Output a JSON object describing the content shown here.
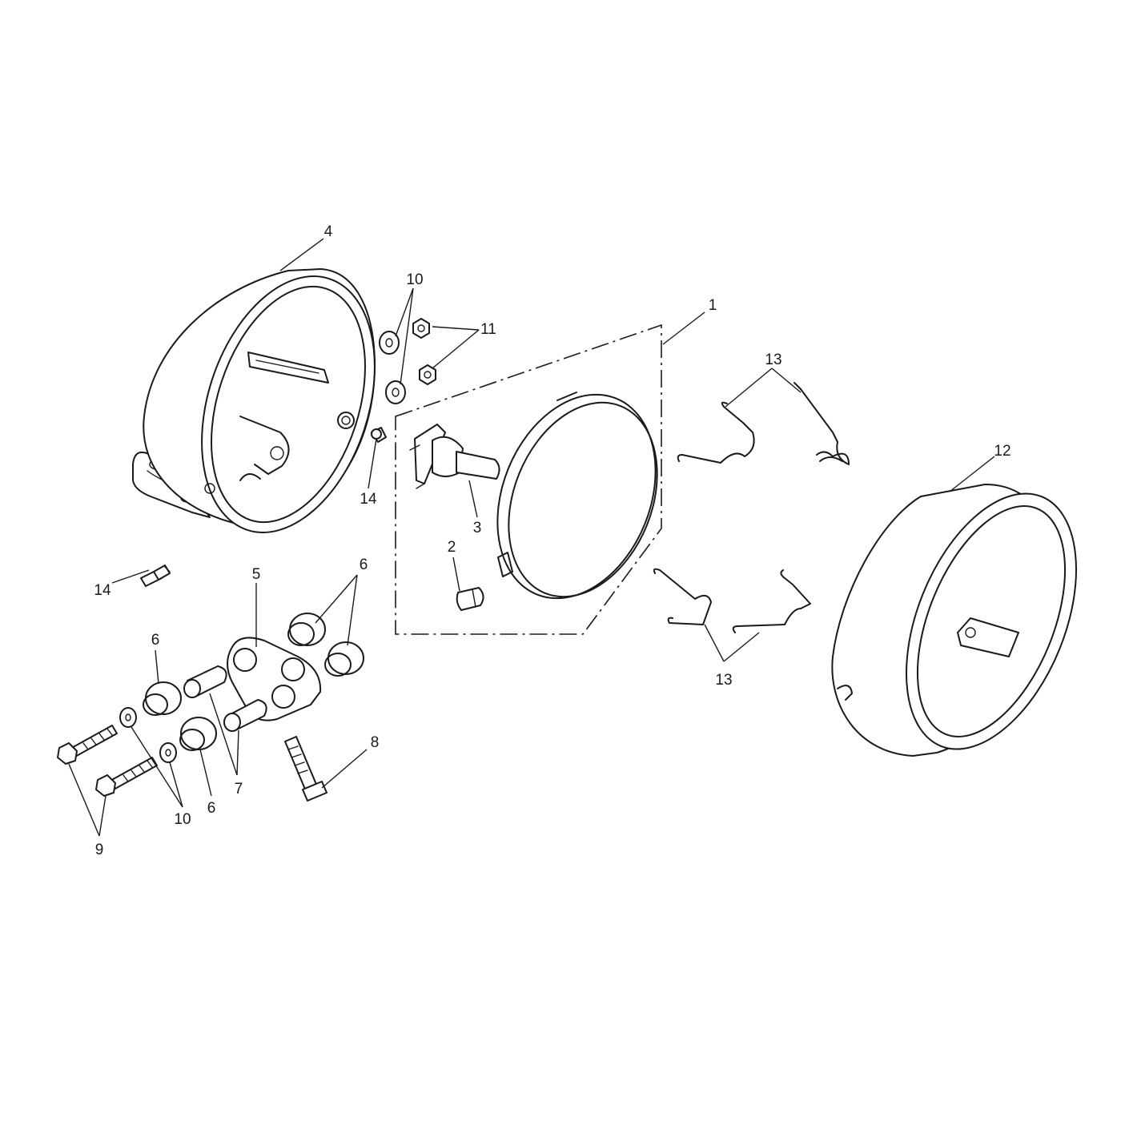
{
  "callouts": {
    "c1": "1",
    "c2": "2",
    "c3": "3",
    "c4": "4",
    "c5": "5",
    "c6a": "6",
    "c6b": "6",
    "c6c": "6",
    "c7": "7",
    "c8": "8",
    "c9": "9",
    "c10a": "10",
    "c10b": "10",
    "c11": "11",
    "c12": "12",
    "c13a": "13",
    "c13b": "13",
    "c14a": "14",
    "c14b": "14"
  }
}
